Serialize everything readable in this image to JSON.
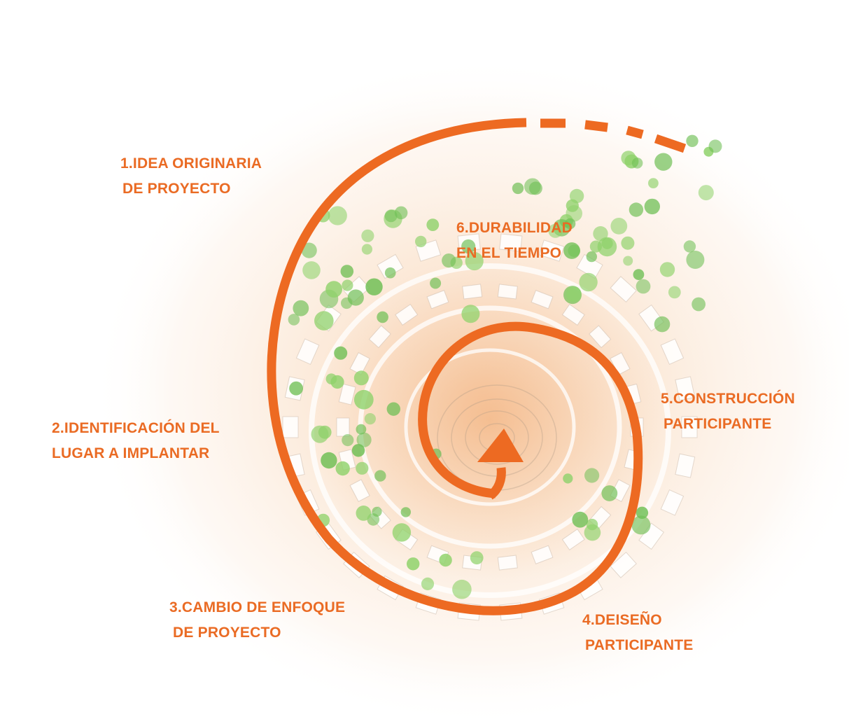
{
  "colors": {
    "accent": "#ed6a22",
    "text": "#ea6b24",
    "tree": "#8fd26b",
    "tree_dark": "#6fbf55",
    "haze": "#f6c9a0",
    "background": "#ffffff"
  },
  "steps": [
    {
      "number": "1",
      "lines": [
        "1.IDEA ORIGINARIA",
        "DE PROYECTO"
      ]
    },
    {
      "number": "2",
      "lines": [
        "2.IDENTIFICACIÓN DEL",
        "LUGAR A IMPLANTAR"
      ]
    },
    {
      "number": "3",
      "lines": [
        "3.CAMBIO DE ENFOQUE",
        "DE PROYECTO"
      ]
    },
    {
      "number": "4",
      "lines": [
        "4.DEISEÑO",
        "PARTICIPANTE"
      ]
    },
    {
      "number": "5",
      "lines": [
        "5.CONSTRUCCIÓN",
        "PARTICIPANTE"
      ]
    },
    {
      "number": "6",
      "lines": [
        "6.DURABILIDAD",
        "EN EL TIEMPO"
      ]
    }
  ],
  "icons": {
    "spiral": "spiral-arrow-icon",
    "arrowhead": "arrowhead-icon"
  }
}
